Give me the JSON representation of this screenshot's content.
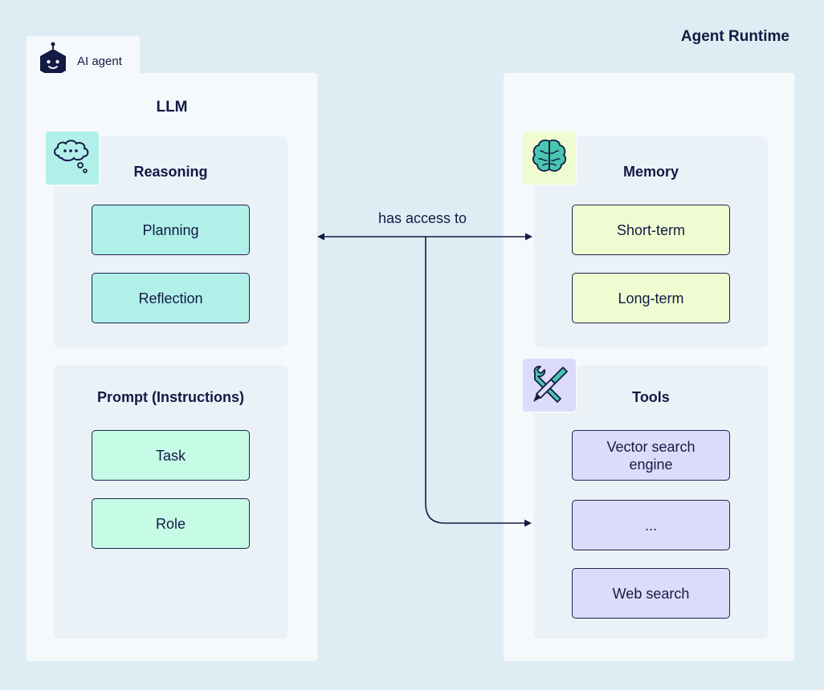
{
  "runtime_title": "Agent Runtime",
  "agent_tab": {
    "label": "AI agent",
    "icon": "robot-icon"
  },
  "left_panel": {
    "title": "LLM",
    "reasoning": {
      "title": "Reasoning",
      "icon": "thought-bubble-icon",
      "items": [
        "Planning",
        "Reflection"
      ]
    },
    "prompt": {
      "title": "Prompt (Instructions)",
      "items": [
        "Task",
        "Role"
      ]
    }
  },
  "right_panel": {
    "memory": {
      "title": "Memory",
      "icon": "brain-icon",
      "items": [
        "Short-term",
        "Long-term"
      ]
    },
    "tools": {
      "title": "Tools",
      "icon": "tools-icon",
      "items": [
        "Vector search engine",
        "...",
        "Web search"
      ]
    }
  },
  "connector": {
    "label": "has access to"
  },
  "colors": {
    "background": "#deedf3",
    "panel": "#f6f9fc",
    "section": "#eaf2f8",
    "text": "#121a45",
    "reasoning_box": "#b1efe9",
    "prompt_box": "#c6fbe5",
    "memory_box": "#effcd1",
    "tools_box": "#dcdcfa"
  }
}
